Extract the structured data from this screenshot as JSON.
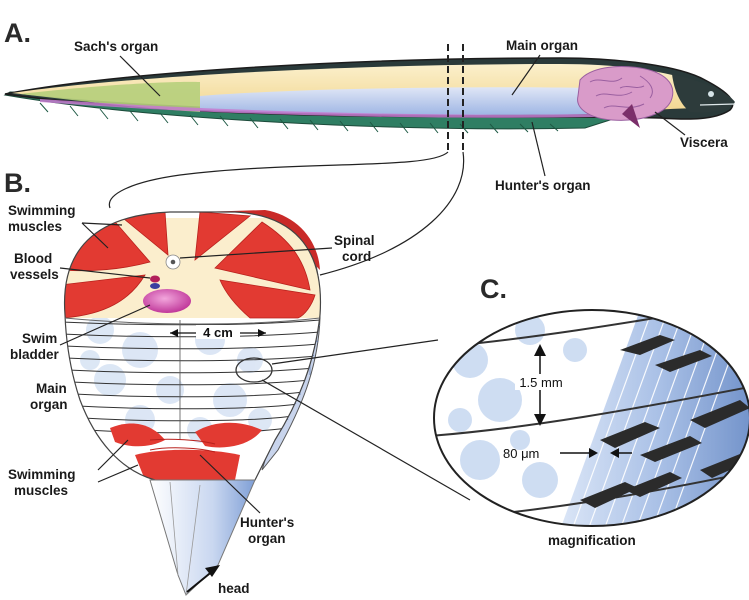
{
  "panels": {
    "a": "A.",
    "b": "B.",
    "c": "C."
  },
  "fish_labels": {
    "sachs_organ": "Sach's organ",
    "main_organ": "Main organ",
    "viscera": "Viscera",
    "hunters_organ": "Hunter's organ"
  },
  "cross_section_labels": {
    "swimming_muscles_1": "Swimming",
    "swimming_muscles_2": "muscles",
    "blood_vessels_1": "Blood",
    "blood_vessels_2": "vessels",
    "spinal_cord_1": "Spinal",
    "spinal_cord_2": "cord",
    "swim_bladder_1": "Swim",
    "swim_bladder_2": "bladder",
    "main_organ_1": "Main",
    "main_organ_2": "organ",
    "swimming_muscles_lower_1": "Swimming",
    "swimming_muscles_lower_2": "muscles",
    "hunters_organ_1": "Hunter's",
    "hunters_organ_2": "organ",
    "width": "4 cm",
    "head": "head"
  },
  "magnification_labels": {
    "spacing": "1.5 mm",
    "thickness": "80 μm",
    "caption": "magnification"
  },
  "colors": {
    "muscle_red": "#e23a32",
    "body_cream": "#f6dfa4",
    "sachs_green": "#b6cf7c",
    "main_blue": "#b3c6ea",
    "fin_green": "#2f7e63",
    "bladder_magenta": "#d04aa6",
    "electrocyte_blue": "#9bb7de"
  }
}
